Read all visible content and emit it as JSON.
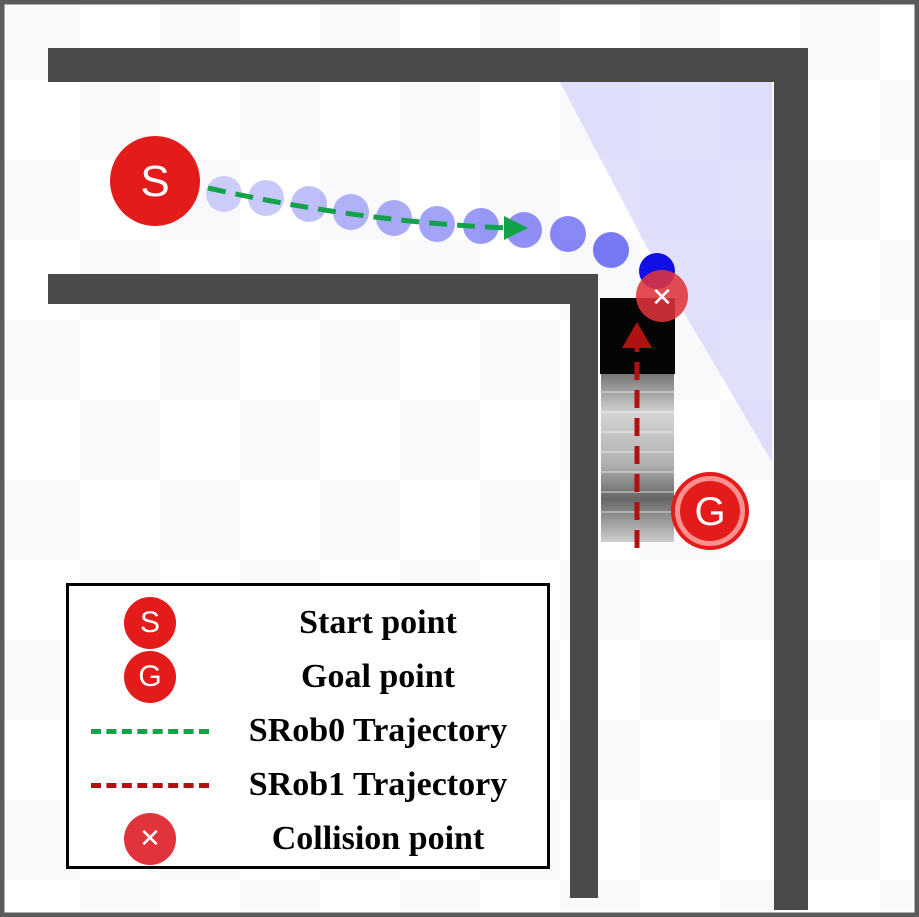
{
  "markers": {
    "start": {
      "letter": "S"
    },
    "goal": {
      "letter": "G"
    },
    "collision": {
      "glyph": "✕"
    }
  },
  "legend": {
    "items": [
      {
        "symbol": "S",
        "label": "Start point"
      },
      {
        "symbol": "G",
        "label": "Goal point"
      },
      {
        "symbol": "",
        "label": "SRob0 Trajectory"
      },
      {
        "symbol": "",
        "label": "SRob1 Trajectory"
      },
      {
        "symbol": "✕",
        "label": "Collision point"
      }
    ]
  },
  "colors": {
    "wall": "#4a4a4a",
    "marker_red": "#e31b1b",
    "srob0_trajectory": "#12a34a",
    "srob1_trajectory": "#b01212",
    "srob0_body": "#1a1aee",
    "fov": "#c8c8f8"
  }
}
